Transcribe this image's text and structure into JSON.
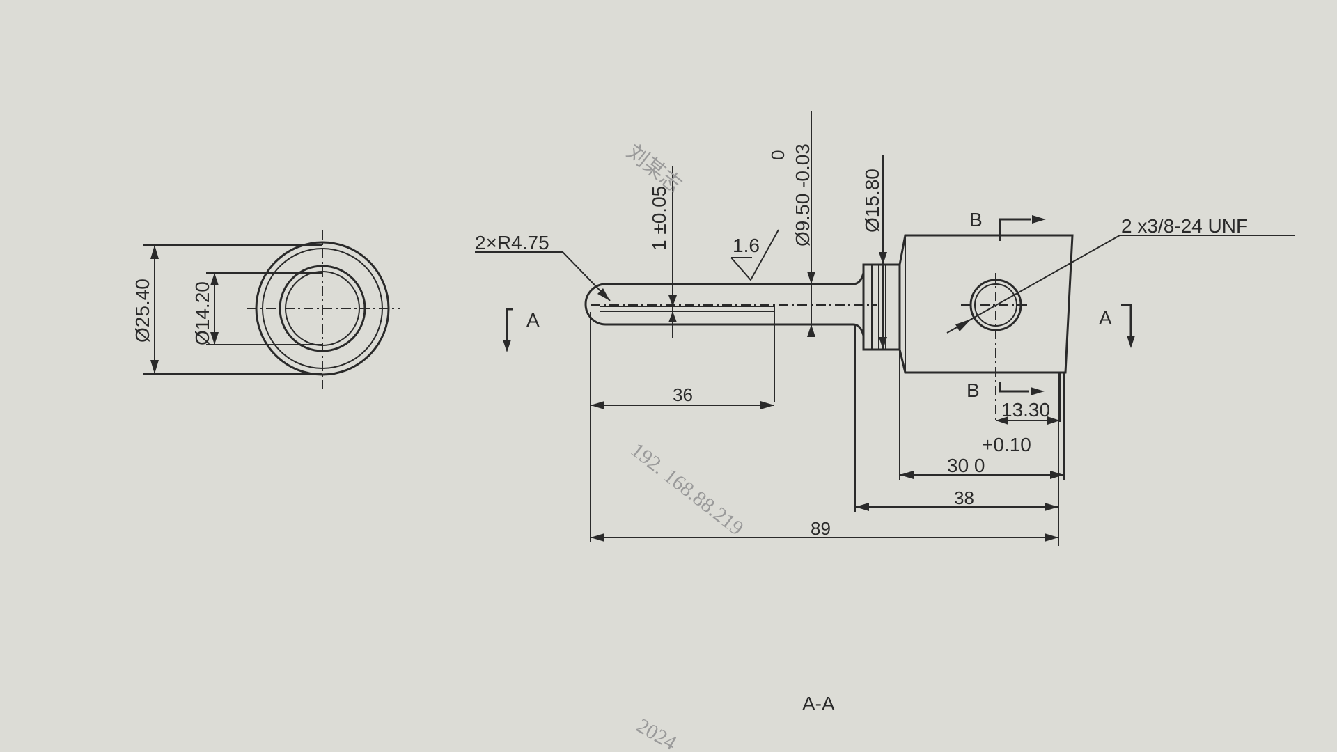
{
  "colors": {
    "paper": "#dcdcd6",
    "ink": "#2a2a2a",
    "watermark": "#9a9a9a"
  },
  "end_view": {
    "outer_diameter": "Ø25.40",
    "inner_diameter": "Ø14.20"
  },
  "side_view": {
    "fillet": "2×R4.75",
    "tolerance_1": "1 ±0.05",
    "roughness": "1.6",
    "pin_diameter_upper": "0",
    "pin_diameter": "Ø9.50 -0.03",
    "collar_diameter": "Ø15.80",
    "thread_callout": "2 x3/8-24 UNF",
    "section_A": "A",
    "section_B": "B",
    "dim_36": "36",
    "dim_13_30": "13.30",
    "dim_30_tol_upper": "+0.10",
    "dim_30": "30  0",
    "dim_38": "38",
    "dim_89": "89",
    "section_title": "A-A"
  },
  "watermark": {
    "ip": "192. 168.88.219",
    "name": "刘某志",
    "year": "2024"
  }
}
